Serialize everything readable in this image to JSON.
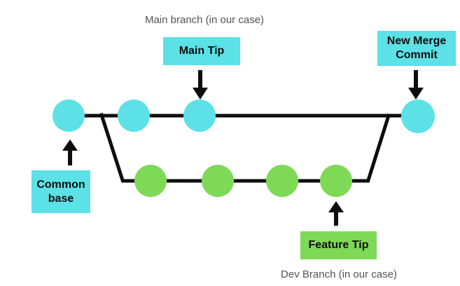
{
  "colors": {
    "background": "#ffffff",
    "cyan": "#5CE1E6",
    "green": "#7ED957",
    "line": "#0d0d0d",
    "caption_text": "#545454",
    "label_text": "#0d0d0d"
  },
  "captions": {
    "main_branch": "Main branch (in our case)",
    "dev_branch": "Dev Branch (in our case)"
  },
  "labels": {
    "main_tip": "Main Tip",
    "new_merge_commit": "New Merge Commit",
    "common_base": "Common base",
    "feature_tip": "Feature Tip"
  },
  "diagram": {
    "type": "git-branch-merge",
    "branches": [
      {
        "name": "Main branch",
        "color": "#5CE1E6",
        "commit_count": 4,
        "annotated_commits": {
          "first": "Common base",
          "third": "Main Tip",
          "last": "New Merge Commit"
        }
      },
      {
        "name": "Dev Branch",
        "color": "#7ED957",
        "commit_count": 4,
        "annotated_commits": {
          "last": "Feature Tip"
        }
      }
    ],
    "edges": [
      "main branch line through all main commits",
      "branch-out diagonal from main line down to dev line",
      "dev branch line through all dev commits",
      "merge diagonal from dev line up to new merge commit"
    ]
  }
}
